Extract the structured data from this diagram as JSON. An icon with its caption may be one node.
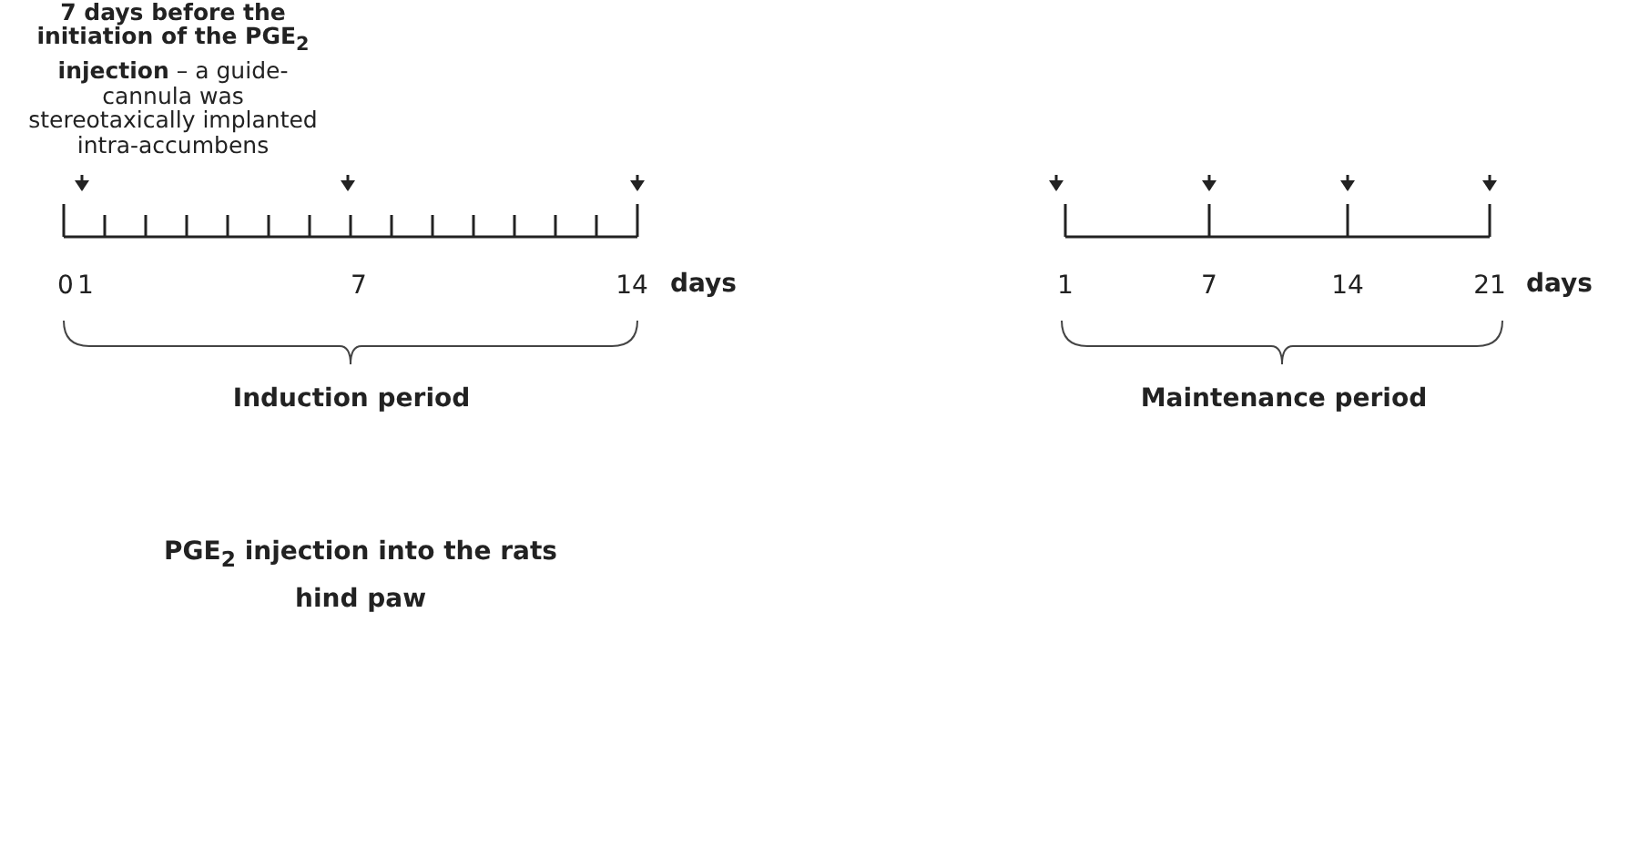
{
  "diagram": {
    "labels": [
      "**7 days before the initiation of the PGE$_{2}$ injection** – a guide-cannula was stereotaxically implanted intra-accumbens",
      "0",
      "1",
      "7",
      "14",
      "days",
      "Induction period",
      "1",
      "7",
      "14",
      "21",
      "days",
      "Maintenance period",
      "PGE$_{2}$ injection into the rats hind paw"
    ]
  }
}
